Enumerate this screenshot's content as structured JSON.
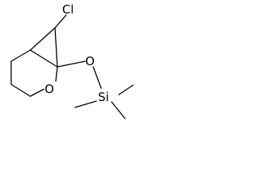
{
  "molecule": {
    "atoms": {
      "chlorine": "Cl",
      "ring_oxygen": "O",
      "ether_oxygen": "O",
      "silicon": "Si"
    }
  }
}
